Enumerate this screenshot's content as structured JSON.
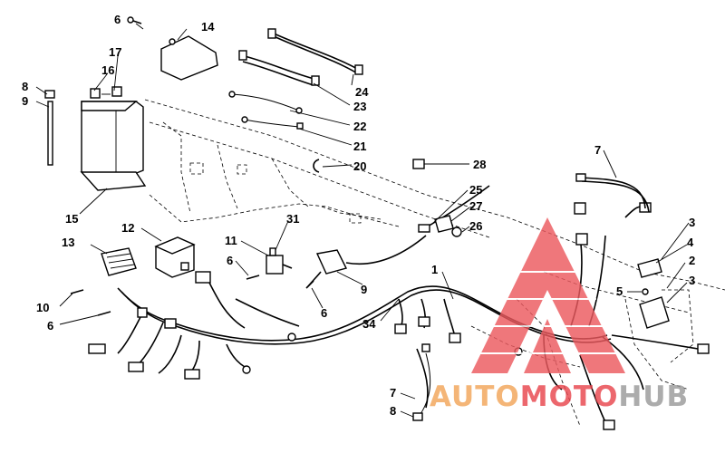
{
  "diagram": {
    "callouts": [
      {
        "id": "c-1",
        "text": "1"
      },
      {
        "id": "c-2",
        "text": "2"
      },
      {
        "id": "c-3a",
        "text": "3"
      },
      {
        "id": "c-3b",
        "text": "3"
      },
      {
        "id": "c-4",
        "text": "4"
      },
      {
        "id": "c-5",
        "text": "5"
      },
      {
        "id": "c-6a",
        "text": "6"
      },
      {
        "id": "c-6b",
        "text": "6"
      },
      {
        "id": "c-6c",
        "text": "6"
      },
      {
        "id": "c-6d",
        "text": "6"
      },
      {
        "id": "c-7a",
        "text": "7"
      },
      {
        "id": "c-7b",
        "text": "7"
      },
      {
        "id": "c-8a",
        "text": "8"
      },
      {
        "id": "c-8b",
        "text": "8"
      },
      {
        "id": "c-9a",
        "text": "9"
      },
      {
        "id": "c-9b",
        "text": "9"
      },
      {
        "id": "c-10",
        "text": "10"
      },
      {
        "id": "c-11",
        "text": "11"
      },
      {
        "id": "c-12",
        "text": "12"
      },
      {
        "id": "c-13",
        "text": "13"
      },
      {
        "id": "c-14",
        "text": "14"
      },
      {
        "id": "c-15",
        "text": "15"
      },
      {
        "id": "c-16",
        "text": "16"
      },
      {
        "id": "c-17",
        "text": "17"
      },
      {
        "id": "c-20",
        "text": "20"
      },
      {
        "id": "c-21",
        "text": "21"
      },
      {
        "id": "c-22",
        "text": "22"
      },
      {
        "id": "c-23",
        "text": "23"
      },
      {
        "id": "c-24",
        "text": "24"
      },
      {
        "id": "c-25",
        "text": "25"
      },
      {
        "id": "c-26",
        "text": "26"
      },
      {
        "id": "c-27",
        "text": "27"
      },
      {
        "id": "c-28",
        "text": "28"
      },
      {
        "id": "c-31",
        "text": "31"
      },
      {
        "id": "c-34",
        "text": "34"
      }
    ]
  },
  "watermark": {
    "auto": "AUTO",
    "moto": "MOTO",
    "hub": "HUB",
    "orange": "#f2a65a",
    "red": "#e8464e",
    "gray": "#9a9a9a",
    "triangle_color": "#ec5a5f"
  }
}
